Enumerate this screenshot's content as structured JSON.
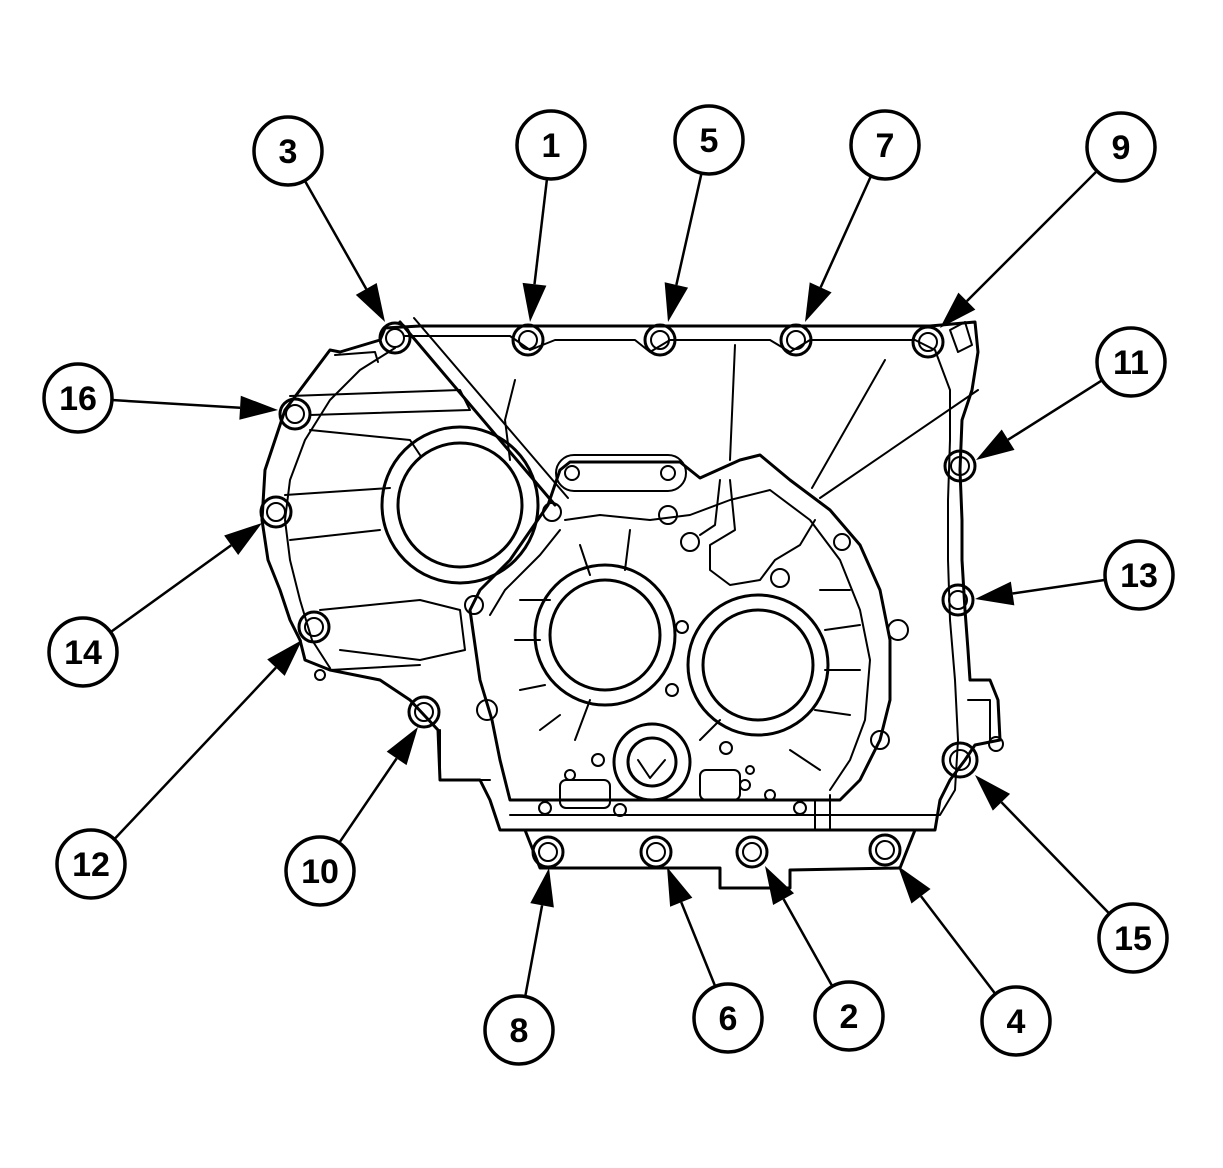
{
  "callouts": [
    {
      "id": "c1",
      "label": "1"
    },
    {
      "id": "c2",
      "label": "2"
    },
    {
      "id": "c3",
      "label": "3"
    },
    {
      "id": "c4",
      "label": "4"
    },
    {
      "id": "c5",
      "label": "5"
    },
    {
      "id": "c6",
      "label": "6"
    },
    {
      "id": "c7",
      "label": "7"
    },
    {
      "id": "c8",
      "label": "8"
    },
    {
      "id": "c9",
      "label": "9"
    },
    {
      "id": "c10",
      "label": "10"
    },
    {
      "id": "c11",
      "label": "11"
    },
    {
      "id": "c12",
      "label": "12"
    },
    {
      "id": "c13",
      "label": "13"
    },
    {
      "id": "c14",
      "label": "14"
    },
    {
      "id": "c15",
      "label": "15"
    },
    {
      "id": "c16",
      "label": "16"
    }
  ],
  "colors": {
    "ink": "#000000",
    "paper": "#ffffff"
  }
}
